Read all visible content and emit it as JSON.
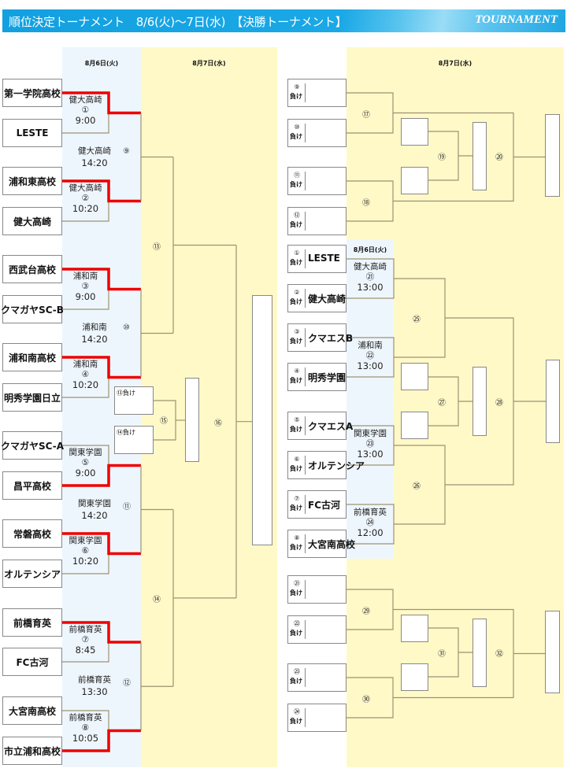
{
  "header": {
    "title": "順位決定トーナメント　8/6(火)〜7日(水)　【決勝トーナメント】",
    "brand": "TOURNAMENT"
  },
  "colors": {
    "winner_line": "#ee0000",
    "day1_bg": "#eef6fd",
    "day2_bg": "#fff9c8",
    "header_bg": "#1aa8e6"
  },
  "dates": {
    "left_day1": "8月6日(火)",
    "left_day2": "8月7日(水)",
    "right_day2": "8月7日(水)",
    "right_day1": "8月6日(火)"
  },
  "left": {
    "teams": [
      "第一学院高校",
      "LESTE",
      "浦和東高校",
      "健大高崎",
      "西武台高校",
      "クマガヤSC-B",
      "浦和南高校",
      "明秀学園日立",
      "クマガヤSC-A",
      "昌平高校",
      "常磐高校",
      "オルテンシア",
      "前橋育英",
      "FC古河",
      "大宮南高校",
      "市立浦和高校"
    ],
    "round1": [
      {
        "winner": "健大高崎",
        "no": "①",
        "time": "9:00",
        "winner_side": "top"
      },
      {
        "winner": "健大高崎",
        "no": "②",
        "time": "10:20",
        "winner_side": "top"
      },
      {
        "winner": "浦和南",
        "no": "③",
        "time": "9:00",
        "winner_side": "top"
      },
      {
        "winner": "浦和南",
        "no": "④",
        "time": "10:20",
        "winner_side": "top"
      },
      {
        "winner": "関東学園",
        "no": "⑤",
        "time": "9:00",
        "winner_side": "bottom"
      },
      {
        "winner": "関東学園",
        "no": "⑥",
        "time": "10:20",
        "winner_side": "top"
      },
      {
        "winner": "前橋育英",
        "no": "⑦",
        "time": "8:45",
        "winner_side": "top"
      },
      {
        "winner": "前橋育英",
        "no": "⑧",
        "time": "10:05",
        "winner_side": "bottom"
      }
    ],
    "round2": [
      {
        "winner": "健大高崎",
        "no": "⑨",
        "time": "14:20"
      },
      {
        "winner": "浦和南",
        "no": "⑩",
        "time": "14:20"
      },
      {
        "winner": "関東学園",
        "no": "⑪",
        "time": "14:20"
      },
      {
        "winner": "前橋育英",
        "no": "⑫",
        "time": "13:30"
      }
    ],
    "m13": "⑬",
    "m14": "⑭",
    "m15": "⑮",
    "m16": "⑯",
    "loser13": "⑬負け",
    "loser14": "⑭負け"
  },
  "right": {
    "lose_label": "負け",
    "top": {
      "slots": [
        "⑨",
        "⑩",
        "⑪",
        "⑫"
      ],
      "matches": [
        "⑰",
        "⑱",
        "⑲",
        "⑳"
      ]
    },
    "mid": {
      "slots": [
        {
          "no": "①",
          "team": "LESTE"
        },
        {
          "no": "②",
          "team": "健大高崎"
        },
        {
          "no": "③",
          "team": "クマエスB"
        },
        {
          "no": "④",
          "team": "明秀学園"
        },
        {
          "no": "⑤",
          "team": "クマエスA"
        },
        {
          "no": "⑥",
          "team": "オルテンシア"
        },
        {
          "no": "⑦",
          "team": "FC古河"
        },
        {
          "no": "⑧",
          "team": "大宮南高校"
        }
      ],
      "round1": [
        {
          "winner": "健大高崎",
          "no": "㉑",
          "time": "13:00"
        },
        {
          "winner": "浦和南",
          "no": "㉒",
          "time": "13:00"
        },
        {
          "winner": "関東学園",
          "no": "㉓",
          "time": "13:00"
        },
        {
          "winner": "前橋育英",
          "no": "㉔",
          "time": "12:00"
        }
      ],
      "matches": [
        "㉕",
        "㉖",
        "㉗",
        "㉘"
      ]
    },
    "bottom": {
      "slots": [
        "㉑",
        "㉒",
        "㉓",
        "㉔"
      ],
      "matches": [
        "㉙",
        "㉚",
        "㉛",
        "㉜"
      ]
    }
  }
}
